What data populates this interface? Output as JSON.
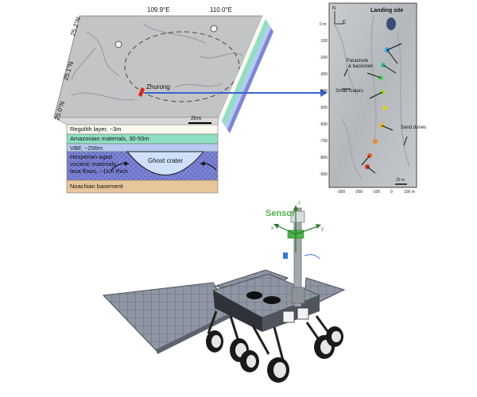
{
  "block_diagram": {
    "lon_labels": [
      "109.9°E",
      "110.0°E"
    ],
    "lat_labels": [
      "25.2°N",
      "25.1°N",
      "25.0°N"
    ],
    "site_label": "Zhurong",
    "scale_label": "2km",
    "layers": [
      {
        "label": "Regolith layer, ~3m",
        "color": "#fbf8ef"
      },
      {
        "label": "Amazonian materials, 30-50m",
        "color": "#8fe0c2"
      },
      {
        "label": "VBF, ~200m",
        "color": "#b7c8f2"
      },
      {
        "label": "Hesperian aged vocanic materials lava flows, ~1km thick",
        "color": "#7c86d8"
      },
      {
        "label": "Noachian basement",
        "color": "#e7c69a"
      }
    ],
    "hesperian_lines": [
      "Hesperian aged",
      "vocanic materials",
      "lava flows, ~1km thick"
    ],
    "ghost_crater_label": "Ghost crater"
  },
  "traverse_map": {
    "title": "Landing site",
    "north_label": "N",
    "east_label": "E",
    "labels": {
      "parachute": "Parachute",
      "backshell": "& backshell",
      "small_craters": "Small craters",
      "sand_dunes": "Sand dunes"
    },
    "y_ticks": [
      "0 m",
      "-100",
      "-200",
      "-300",
      "-400",
      "-500",
      "-600",
      "-700",
      "-800",
      "-900"
    ],
    "x_ticks": [
      "-300",
      "-200",
      "-100",
      "0",
      "100 m"
    ],
    "scale_label": "25 m"
  },
  "rover": {
    "sensor_label": "Sensor",
    "axis_labels": [
      "x",
      "y",
      "z"
    ],
    "colors": {
      "sensor": "#4bb34a",
      "panel": "#9aa0aa"
    }
  }
}
